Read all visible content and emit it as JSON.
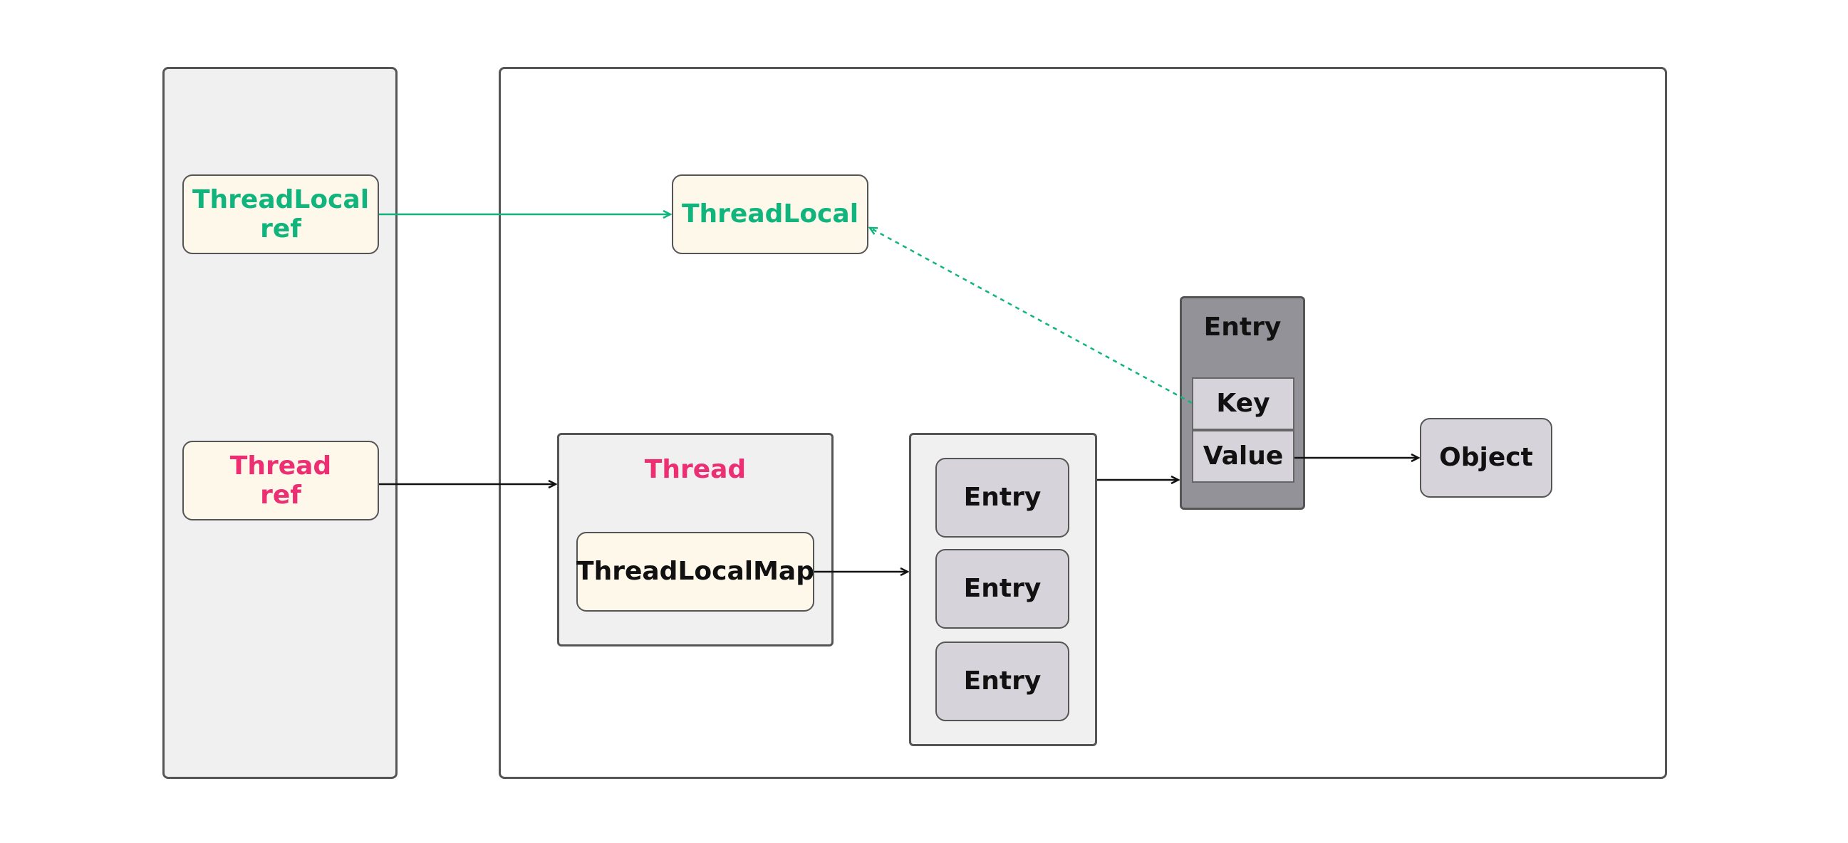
{
  "stack": {
    "threadlocal_ref": "ThreadLocal\nref",
    "thread_ref": "Thread\nref"
  },
  "heap": {
    "threadlocal": "ThreadLocal",
    "thread": {
      "title": "Thread",
      "map": "ThreadLocalMap"
    },
    "entries": [
      "Entry",
      "Entry",
      "Entry"
    ],
    "entry_detail": {
      "title": "Entry",
      "key": "Key",
      "value": "Value"
    },
    "object": "Object"
  },
  "colors": {
    "threadlocal_text": "#11b47d",
    "thread_text": "#ec2f73",
    "stack_bg": "#f0f0f0",
    "node_cream": "#fdf8ea",
    "node_gray": "#d6d4da",
    "entry_dark": "#939298"
  }
}
